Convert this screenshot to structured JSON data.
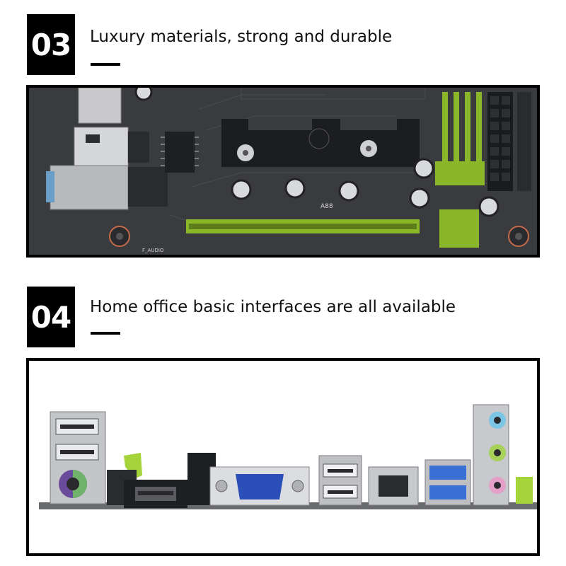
{
  "sections": [
    {
      "number": "03",
      "headline": "Luxury materials, strong and durable",
      "image": "motherboard-closeup-photo"
    },
    {
      "number": "04",
      "headline": "Home office basic interfaces are all available",
      "image": "rear-io-ports-photo"
    }
  ],
  "board_labels": {
    "chip_label": "A88",
    "audio_label": "F_AUDIO"
  },
  "colors": {
    "badge_bg": "#000000",
    "pcb": "#3a3b3e",
    "slot_green": "#8ab62a",
    "vga_blue": "#2b4fb8",
    "usb3_blue": "#3a6fd6"
  }
}
